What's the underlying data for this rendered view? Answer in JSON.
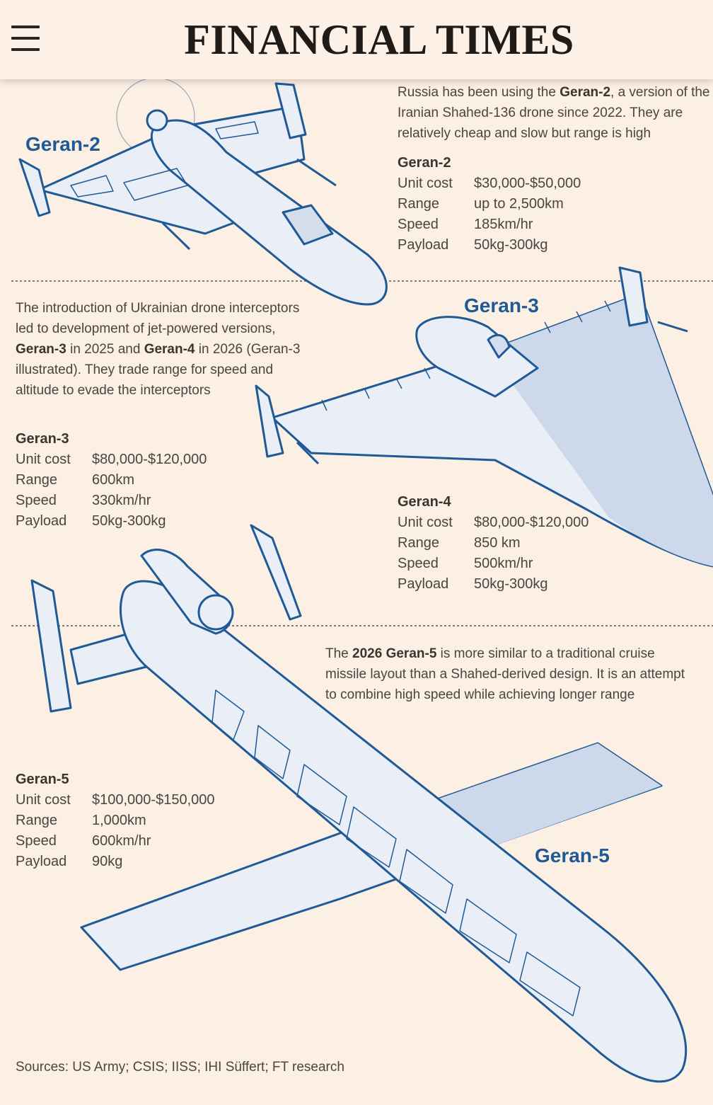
{
  "header": {
    "masthead": "FINANCIAL TIMES",
    "menu_icon": "hamburger-menu-icon"
  },
  "colors": {
    "background": "#fcefe4",
    "accent": "#1f5a96",
    "drone_fill": "#e6ecf5",
    "drone_shadow": "#c9d6e8"
  },
  "geran2": {
    "label": "Geran-2",
    "intro_a": "Russia has been using the ",
    "intro_bold": "Geran-2",
    "intro_b": ", a version of the",
    "intro_line2": "Iranian Shahed-136 drone since 2022. They are",
    "intro_line3": "relatively cheap and slow but range is high",
    "spec_title": "Geran-2",
    "specs": [
      {
        "k": "Unit cost",
        "v": "$30,000-$50,000"
      },
      {
        "k": "Range",
        "v": "up to 2,500km"
      },
      {
        "k": "Speed",
        "v": "185km/hr"
      },
      {
        "k": "Payload",
        "v": "50kg-300kg"
      }
    ]
  },
  "geran3": {
    "label": "Geran-3",
    "line1": "The introduction of Ukrainian drone interceptors",
    "line2": "led to development of jet-powered versions,",
    "line3_b1": "Geran-3",
    "line3_t1": " in 2025 and ",
    "line3_b2": "Geran-4",
    "line3_t2": " in 2026 (Geran-3",
    "line4": "illustrated). They trade range for speed and",
    "line5": "altitude to evade the interceptors",
    "spec_title": "Geran-3",
    "specs": [
      {
        "k": "Unit cost",
        "v": "$80,000-$120,000"
      },
      {
        "k": "Range",
        "v": "600km"
      },
      {
        "k": "Speed",
        "v": "330km/hr"
      },
      {
        "k": "Payload",
        "v": "50kg-300kg"
      }
    ]
  },
  "geran4": {
    "spec_title": "Geran-4",
    "specs": [
      {
        "k": "Unit cost",
        "v": "$80,000-$120,000"
      },
      {
        "k": "Range",
        "v": "850 km"
      },
      {
        "k": "Speed",
        "v": "500km/hr"
      },
      {
        "k": "Payload",
        "v": "50kg-300kg"
      }
    ]
  },
  "geran5": {
    "label": "Geran-5",
    "line1_a": "The ",
    "line1_bold": "2026 Geran-5",
    "line1_b": " is more similar to a traditional cruise",
    "line2": "missile layout than a Shahed-derived design. It is an attempt",
    "line3": "to combine high speed while achieving longer range",
    "spec_title": "Geran-5",
    "specs": [
      {
        "k": "Unit cost",
        "v": "$100,000-$150,000"
      },
      {
        "k": "Range",
        "v": "1,000km"
      },
      {
        "k": "Speed",
        "v": "600km/hr"
      },
      {
        "k": "Payload",
        "v": "90kg"
      }
    ]
  },
  "sources": "Sources: US Army; CSIS; IISS; IHI Süffert; FT research"
}
